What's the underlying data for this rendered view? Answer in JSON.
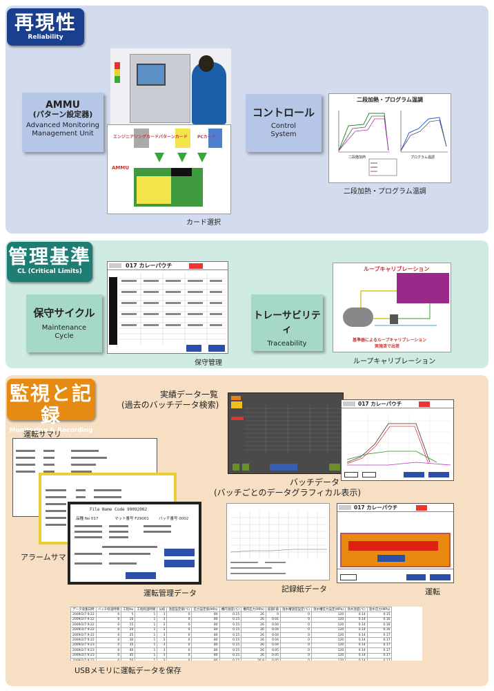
{
  "section1": {
    "badge_jp": "再現性",
    "badge_en": "Reliability",
    "ammu": {
      "title": "AMMU",
      "subtitle": "(パターン設定器)",
      "en1": "Advanced Monitoring",
      "en2": "Management Unit"
    },
    "control": {
      "title": "コントロール",
      "en1": "Control",
      "en2": "System"
    },
    "card_select_caption": "カード選択",
    "card_labels": {
      "engineering": "エンジニアリングカード",
      "pattern": "パターンカード",
      "pc": "PCカード",
      "ammu": "AMMU"
    },
    "graph_title": "二段加熱・プログラム温調",
    "graph_caption": "二段加熱・プログラム温調",
    "graph_sub_left": "二段階加熱",
    "graph_sub_right": "プログラム温調"
  },
  "section2": {
    "badge_jp": "管理基準",
    "badge_en": "CL (Critical Limits)",
    "maintenance": {
      "title": "保守サイクル",
      "en1": "Maintenance",
      "en2": "Cycle"
    },
    "traceability": {
      "title": "トレーサビリティ",
      "en1": "Traceability"
    },
    "maint_caption": "保守管理",
    "loop_caption": "ループキャリブレーション",
    "screen_title": "017 カレーパウチ",
    "loop_title": "ループキャリブレーション",
    "loop_note1": "基準器によるループキャリブレーション",
    "loop_note2": "実施済で出荷"
  },
  "section3": {
    "badge_jp": "監視と記録",
    "badge_en": "Monitoring & Recording",
    "perf_list_label1": "実績データ一覧",
    "perf_list_label2": "(過去のバッチデータ検索)",
    "run_summary_label": "運転サマリ",
    "alarm_summary_label": "アラームサマリ",
    "run_mgmt_label": "運転管理データ",
    "batch_label1": "バッチデータ",
    "batch_label2": "(バッチごとのデータグラフィカル表示)",
    "chart_paper_label": "記録紙データ",
    "operation_label": "運転",
    "usb_caption": "USBメモリに運転データを保存",
    "batch_screen_title": "017 カレーパウチ",
    "op_screen_title": "017 カレーパウチ",
    "run_mgmt": {
      "file": "File Name Code 99092002",
      "item": "品種 No 017",
      "mat": "マット番号 F29001",
      "batch": "バッチ番号 0002"
    }
  },
  "usb_table": {
    "headers": [
      "データ収集日時",
      "バッチ経過時間",
      "工程No",
      "工程経過時間",
      "分岐",
      "温度設定値(℃)",
      "圧力設定値(MPa)",
      "槽内温度(℃)",
      "槽内圧力(MPa)",
      "殺菌F値",
      "温水槽温度設定(℃)",
      "温水槽圧力設定(MPa)",
      "温水温度(℃)",
      "温水圧力(MPa)"
    ],
    "rows": [
      [
        "2009/2/7 9:22",
        "0",
        "5",
        "1",
        "3",
        "0",
        "80",
        "0.15",
        "26",
        "0",
        "0",
        "120",
        "0.14",
        "0.15"
      ],
      [
        "2009/2/7 9:22",
        "0",
        "10",
        "1",
        "3",
        "0",
        "80",
        "0.15",
        "26",
        "0.01",
        "0",
        "120",
        "0.14",
        "0.16"
      ],
      [
        "2009/2/7 9:22",
        "0",
        "15",
        "1",
        "3",
        "0",
        "80",
        "0.15",
        "26",
        "0.04",
        "0",
        "120",
        "0.14",
        "0.16"
      ],
      [
        "2009/2/7 9:22",
        "0",
        "20",
        "1",
        "3",
        "0",
        "80",
        "0.15",
        "26",
        "0.04",
        "0",
        "120",
        "0.14",
        "0.16"
      ],
      [
        "2009/2/7 9:22",
        "0",
        "25",
        "1",
        "3",
        "0",
        "80",
        "0.15",
        "26",
        "0.04",
        "0",
        "120",
        "0.14",
        "0.17"
      ],
      [
        "2009/2/7 9:22",
        "0",
        "30",
        "1",
        "3",
        "0",
        "80",
        "0.15",
        "26",
        "0.04",
        "0",
        "120",
        "0.14",
        "0.17"
      ],
      [
        "2009/2/7 9:23",
        "0",
        "35",
        "1",
        "3",
        "0",
        "80",
        "0.15",
        "26",
        "0.04",
        "0",
        "120",
        "0.14",
        "0.17"
      ],
      [
        "2009/2/7 9:23",
        "0",
        "40",
        "1",
        "3",
        "0",
        "80",
        "0.15",
        "26",
        "0.05",
        "0",
        "120",
        "0.14",
        "0.17"
      ],
      [
        "2009/2/7 9:23",
        "0",
        "45",
        "1",
        "3",
        "0",
        "80",
        "0.15",
        "26",
        "0.05",
        "0",
        "120",
        "0.14",
        "0.17"
      ],
      [
        "2009/2/7 9:23",
        "0",
        "50",
        "1",
        "3",
        "0",
        "80",
        "0.15",
        "26.9",
        "0.05",
        "0",
        "120",
        "0.14",
        "0.17"
      ],
      [
        "2009/2/7 9:23",
        "0",
        "55",
        "1",
        "3",
        "0",
        "80",
        "0.15",
        "28",
        "0.05",
        "0",
        "120",
        "0.14",
        "0.18"
      ]
    ]
  }
}
